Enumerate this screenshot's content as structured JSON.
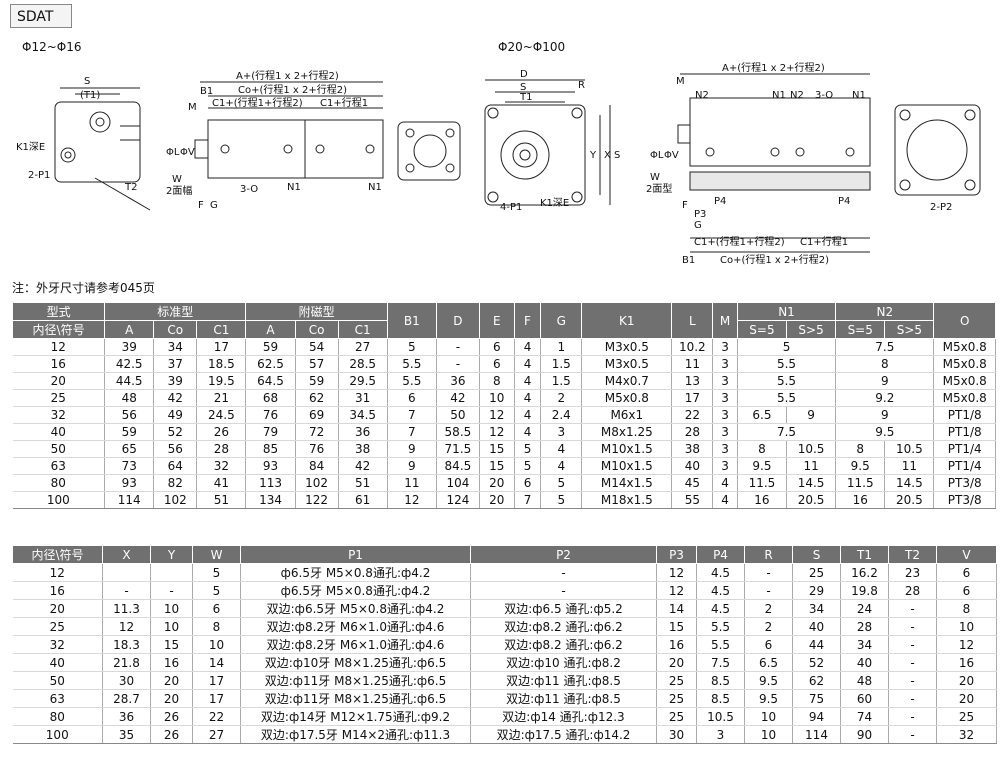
{
  "series_tag": "SDAT",
  "view_labels": {
    "small": "Φ12~Φ16",
    "large": "Φ20~Φ100"
  },
  "drawing_labels": {
    "s": "S",
    "t1": "(T1)",
    "t1b": "T1",
    "t2": "T2",
    "x": "X",
    "y": "Y",
    "s_v": "S",
    "k1": "K1深E",
    "p1": "2-P1",
    "a_dim": "A+(行程1 x 2+行程2)",
    "co_dim": "Co+(行程1 x 2+行程2)",
    "c1_dim1": "C1+(行程1+行程2)",
    "c1_dim2": "C1+行程1",
    "b1": "B1",
    "m": "M",
    "d": "D",
    "l": "ΦL",
    "v": "ΦV",
    "w": "W",
    "w2": "2面幅",
    "f": "F",
    "g": "G",
    "o3": "3-O",
    "n1": "N1",
    "n2": "N2",
    "r": "R",
    "p1_4": "4-P1",
    "p2_2": "2-P2",
    "p3": "P3",
    "p4": "P4",
    "w2b": "2面型",
    "c1_dim3": "C1+(行程1+行程2)",
    "c1_dim4": "C1+行程1",
    "co_dim2": "Co+(行程1 x 2+行程2)"
  },
  "note": "注：外牙尺寸请参考045页",
  "table1": {
    "header_row1": [
      "型式",
      "标准型",
      "附磁型",
      "B1",
      "D",
      "E",
      "F",
      "G",
      "K1",
      "L",
      "M",
      "N1",
      "N2",
      "O"
    ],
    "header_row2": [
      "内径\\符号",
      "A",
      "Co",
      "C1",
      "A",
      "Co",
      "C1",
      "S=5",
      "S>5",
      "S=5",
      "S>5"
    ],
    "rows": [
      [
        "12",
        "39",
        "34",
        "17",
        "59",
        "54",
        "27",
        "5",
        "-",
        "6",
        "4",
        "1",
        "M3x0.5",
        "10.2",
        "3",
        "5",
        "7.5",
        "M5x0.8"
      ],
      [
        "16",
        "42.5",
        "37",
        "18.5",
        "62.5",
        "57",
        "28.5",
        "5.5",
        "-",
        "6",
        "4",
        "1.5",
        "M3x0.5",
        "11",
        "3",
        "5.5",
        "8",
        "M5x0.8"
      ],
      [
        "20",
        "44.5",
        "39",
        "19.5",
        "64.5",
        "59",
        "29.5",
        "5.5",
        "36",
        "8",
        "4",
        "1.5",
        "M4x0.7",
        "13",
        "3",
        "5.5",
        "9",
        "M5x0.8"
      ],
      [
        "25",
        "48",
        "42",
        "21",
        "68",
        "62",
        "31",
        "6",
        "42",
        "10",
        "4",
        "2",
        "M5x0.8",
        "17",
        "3",
        "5.5",
        "9.2",
        "M5x0.8"
      ],
      [
        "32",
        "56",
        "49",
        "24.5",
        "76",
        "69",
        "34.5",
        "7",
        "50",
        "12",
        "4",
        "2.4",
        "M6x1",
        "22",
        "3",
        "6.5",
        "9",
        "9",
        "PT1/8"
      ],
      [
        "40",
        "59",
        "52",
        "26",
        "79",
        "72",
        "36",
        "7",
        "58.5",
        "12",
        "4",
        "3",
        "M8x1.25",
        "28",
        "3",
        "7.5",
        "9.5",
        "PT1/8"
      ],
      [
        "50",
        "65",
        "56",
        "28",
        "85",
        "76",
        "38",
        "9",
        "71.5",
        "15",
        "5",
        "4",
        "M10x1.5",
        "38",
        "3",
        "8",
        "10.5",
        "8",
        "10.5",
        "PT1/4"
      ],
      [
        "63",
        "73",
        "64",
        "32",
        "93",
        "84",
        "42",
        "9",
        "84.5",
        "15",
        "5",
        "4",
        "M10x1.5",
        "40",
        "3",
        "9.5",
        "11",
        "9.5",
        "11",
        "PT1/4"
      ],
      [
        "80",
        "93",
        "82",
        "41",
        "113",
        "102",
        "51",
        "11",
        "104",
        "20",
        "6",
        "5",
        "M14x1.5",
        "45",
        "4",
        "11.5",
        "14.5",
        "11.5",
        "14.5",
        "PT3/8"
      ],
      [
        "100",
        "114",
        "102",
        "51",
        "134",
        "122",
        "61",
        "12",
        "124",
        "20",
        "7",
        "5",
        "M18x1.5",
        "55",
        "4",
        "16",
        "20.5",
        "16",
        "20.5",
        "PT3/8"
      ]
    ]
  },
  "table2": {
    "header": [
      "内径\\符号",
      "X",
      "Y",
      "W",
      "P1",
      "P2",
      "P3",
      "P4",
      "R",
      "S",
      "T1",
      "T2",
      "V"
    ],
    "rows": [
      [
        "12",
        "",
        "",
        "5",
        "ф6.5牙 M5×0.8通孔:ф4.2",
        "-",
        "12",
        "4.5",
        "-",
        "25",
        "16.2",
        "23",
        "6"
      ],
      [
        "16",
        "-",
        "-",
        "5",
        "ф6.5牙 M5×0.8通孔:ф4.2",
        "-",
        "12",
        "4.5",
        "-",
        "29",
        "19.8",
        "28",
        "6"
      ],
      [
        "20",
        "11.3",
        "10",
        "6",
        "双边:ф6.5牙 M5×0.8通孔:ф4.2",
        "双边:ф6.5 通孔:ф5.2",
        "14",
        "4.5",
        "2",
        "34",
        "24",
        "-",
        "8"
      ],
      [
        "25",
        "12",
        "10",
        "8",
        "双边:ф8.2牙 M6×1.0通孔:ф4.6",
        "双边:ф8.2 通孔:ф6.2",
        "15",
        "5.5",
        "2",
        "40",
        "28",
        "-",
        "10"
      ],
      [
        "32",
        "18.3",
        "15",
        "10",
        "双边:ф8.2牙 M6×1.0通孔:ф4.6",
        "双边:ф8.2 通孔:ф6.2",
        "16",
        "5.5",
        "6",
        "44",
        "34",
        "-",
        "12"
      ],
      [
        "40",
        "21.8",
        "16",
        "14",
        "双边:ф10牙 M8×1.25通孔:ф6.5",
        "双边:ф10 通孔:ф8.2",
        "20",
        "7.5",
        "6.5",
        "52",
        "40",
        "-",
        "16"
      ],
      [
        "50",
        "30",
        "20",
        "17",
        "双边:ф11牙 M8×1.25通孔:ф6.5",
        "双边:ф11 通孔:ф8.5",
        "25",
        "8.5",
        "9.5",
        "62",
        "48",
        "-",
        "20"
      ],
      [
        "63",
        "28.7",
        "20",
        "17",
        "双边:ф11牙 M8×1.25通孔:ф6.5",
        "双边:ф11 通孔:ф8.5",
        "25",
        "8.5",
        "9.5",
        "75",
        "60",
        "-",
        "20"
      ],
      [
        "80",
        "36",
        "26",
        "22",
        "双边:ф14牙 M12×1.75通孔:ф9.2",
        "双边:ф14 通孔:ф12.3",
        "25",
        "10.5",
        "10",
        "94",
        "74",
        "-",
        "25"
      ],
      [
        "100",
        "35",
        "26",
        "27",
        "双边:ф17.5牙 M14×2通孔:ф11.3",
        "双边:ф17.5 通孔:ф14.2",
        "30",
        "3",
        "10",
        "114",
        "90",
        "-",
        "32"
      ]
    ]
  }
}
